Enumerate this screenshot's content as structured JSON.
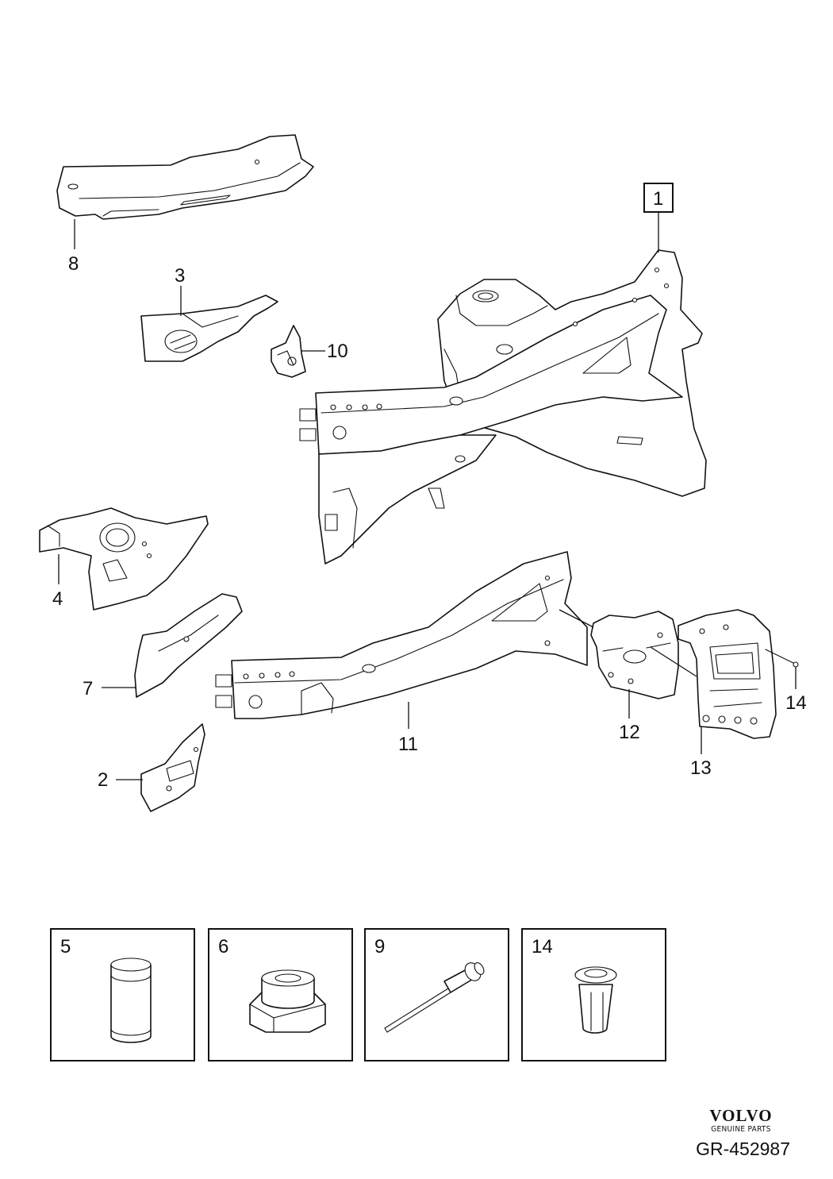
{
  "callouts": {
    "c1": "1",
    "c2": "2",
    "c3": "3",
    "c4": "4",
    "c7": "7",
    "c8": "8",
    "c10": "10",
    "c11": "11",
    "c12": "12",
    "c13": "13",
    "c14": "14"
  },
  "insets": [
    {
      "number": "5",
      "icon": "sleeve-icon"
    },
    {
      "number": "6",
      "icon": "cage-nut-icon"
    },
    {
      "number": "9",
      "icon": "rivet-icon"
    },
    {
      "number": "14",
      "icon": "rivet-nut-icon"
    }
  ],
  "brand": {
    "logo": "VOLVO",
    "tagline": "GENUINE PARTS"
  },
  "reference": "GR-452987"
}
